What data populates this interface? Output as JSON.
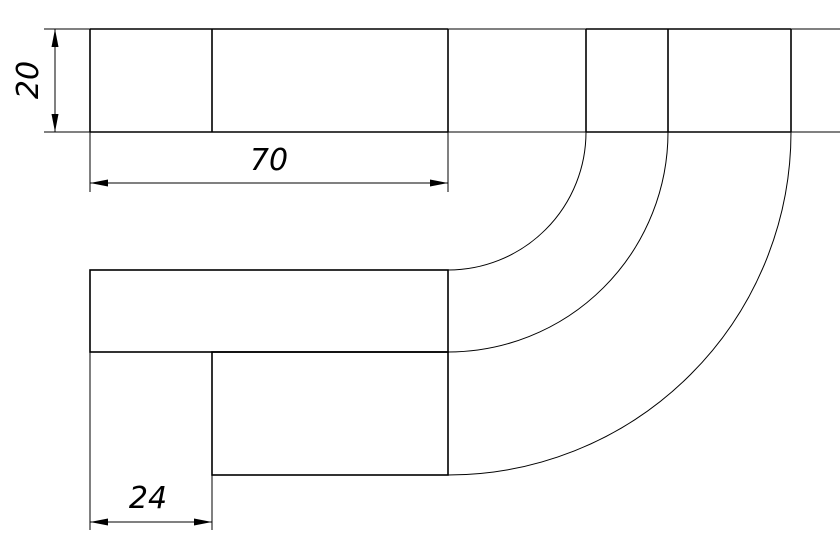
{
  "drawing": {
    "dimensions": {
      "height_label": "20",
      "length_label": "70",
      "offset_label": "24"
    },
    "colors": {
      "line": "#000000",
      "background": "#ffffff"
    }
  }
}
